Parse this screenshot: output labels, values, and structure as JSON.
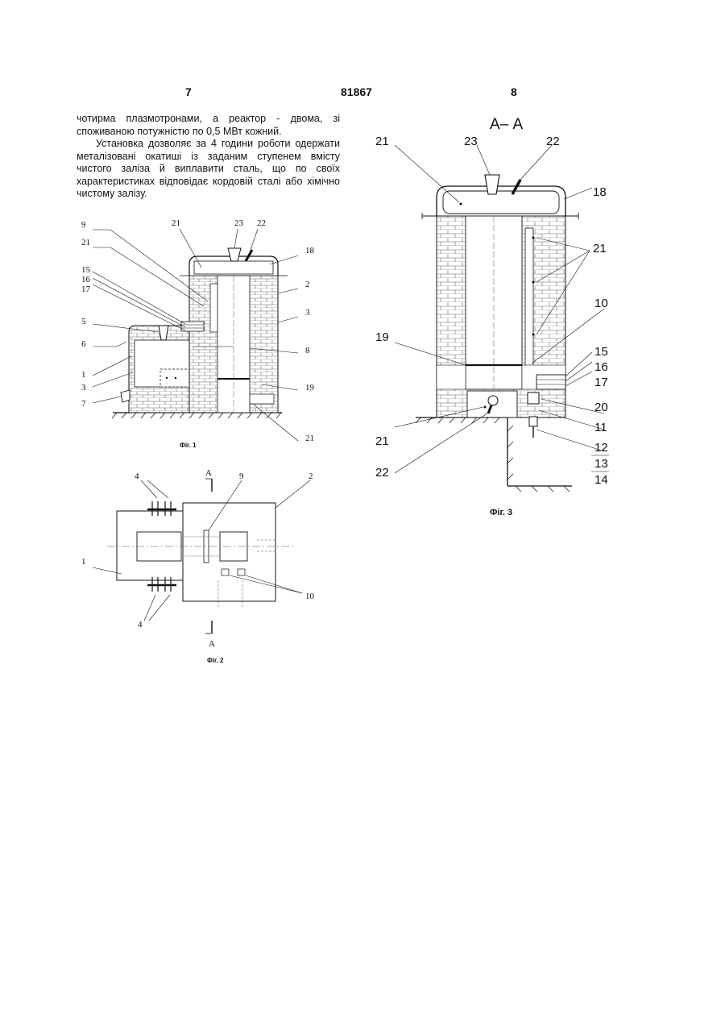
{
  "header": {
    "left_page": "7",
    "patent_number": "81867",
    "right_page": "8"
  },
  "text": {
    "paragraph_1": "чотирма плазмотронами, а реактор - двома, зі споживаною потужністю по 0,5 МВт кожний.",
    "paragraph_2": "Установка дозволяє за 4 години роботи одержати металізовані окатиші із заданим ступенем вмісту чистого заліза й виплавити сталь, що по своїх характеристиках відповідає кордовій сталі або хімічно чистому залізу."
  },
  "fig1": {
    "caption": "Фіг. 1",
    "labels": {
      "l9": "9",
      "l21a": "21",
      "l15": "15",
      "l16": "16",
      "l17": "17",
      "l5": "5",
      "l6": "6",
      "l1": "1",
      "l3a": "3",
      "l7": "7",
      "l21top": "21",
      "l23": "23",
      "l22": "22",
      "l18": "18",
      "l2": "2",
      "l3b": "3",
      "l8": "8",
      "l19": "19",
      "l21b": "21"
    }
  },
  "fig2": {
    "caption": "Фіг. 2",
    "labels": {
      "l4a": "4",
      "lA1": "А",
      "l9": "9",
      "l2": "2",
      "l1": "1",
      "l4b": "4",
      "l10": "10",
      "lA2": "А"
    }
  },
  "fig3": {
    "caption": "Фіг. 3",
    "section_title": "А– А",
    "labels": {
      "l21a": "21",
      "l23": "23",
      "l22a": "22",
      "l18": "18",
      "l21b": "21",
      "l10": "10",
      "l19": "19",
      "l15": "15",
      "l16": "16",
      "l17": "17",
      "l20": "20",
      "l21c": "21",
      "l11": "11",
      "l12": "12",
      "l22b": "22",
      "l13": "13",
      "l14": "14"
    }
  }
}
